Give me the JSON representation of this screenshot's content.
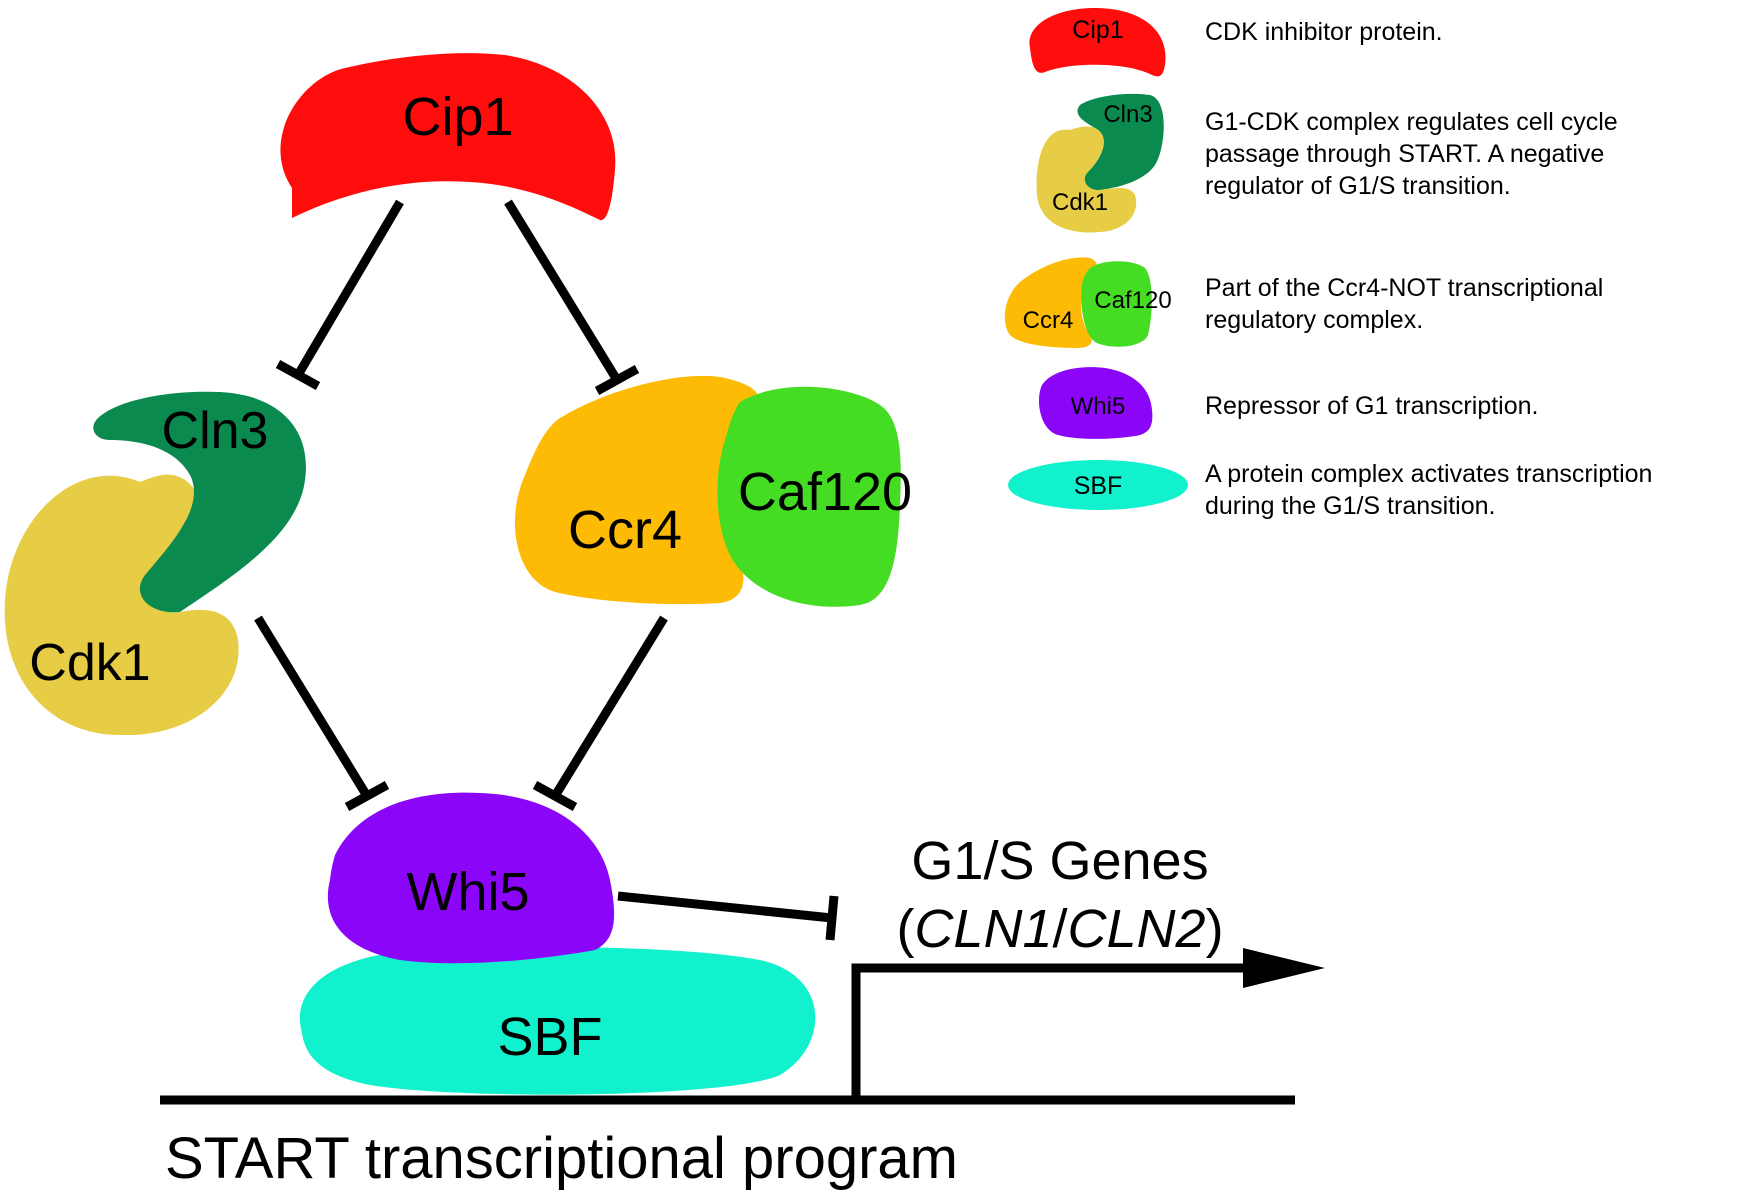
{
  "colors": {
    "cip1": "#ff0c0c",
    "cln3": "#0b8a4f",
    "cdk1": "#e7cd46",
    "ccr4": "#fdbb05",
    "caf120": "#45dd23",
    "whi5": "#8b06f9",
    "sbf": "#11f1cd",
    "line": "#000000"
  },
  "proteins": {
    "cip1": "Cip1",
    "cln3": "Cln3",
    "cdk1": "Cdk1",
    "ccr4": "Ccr4",
    "caf120": "Caf120",
    "whi5": "Whi5",
    "sbf": "SBF"
  },
  "genes": {
    "title": "G1/S Genes",
    "open_paren": "(",
    "gene1": "CLN1",
    "slash": "/",
    "gene2": "CLN2",
    "close_paren": ")"
  },
  "program_title": "START transcriptional program",
  "legend": [
    {
      "label": "Cip1",
      "description": "CDK inhibitor protein."
    },
    {
      "labels": [
        "Cln3",
        "Cdk1"
      ],
      "description": "G1-CDK complex regulates cell cycle\npassage through START. A negative\nregulator of G1/S transition."
    },
    {
      "labels": [
        "Ccr4",
        "Caf120"
      ],
      "description": "Part of the Ccr4-NOT transcriptional\nregulatory complex."
    },
    {
      "label": "Whi5",
      "description": "Repressor of G1 transcription."
    },
    {
      "label": "SBF",
      "description": "A protein complex activates transcription\nduring the G1/S transition."
    }
  ]
}
